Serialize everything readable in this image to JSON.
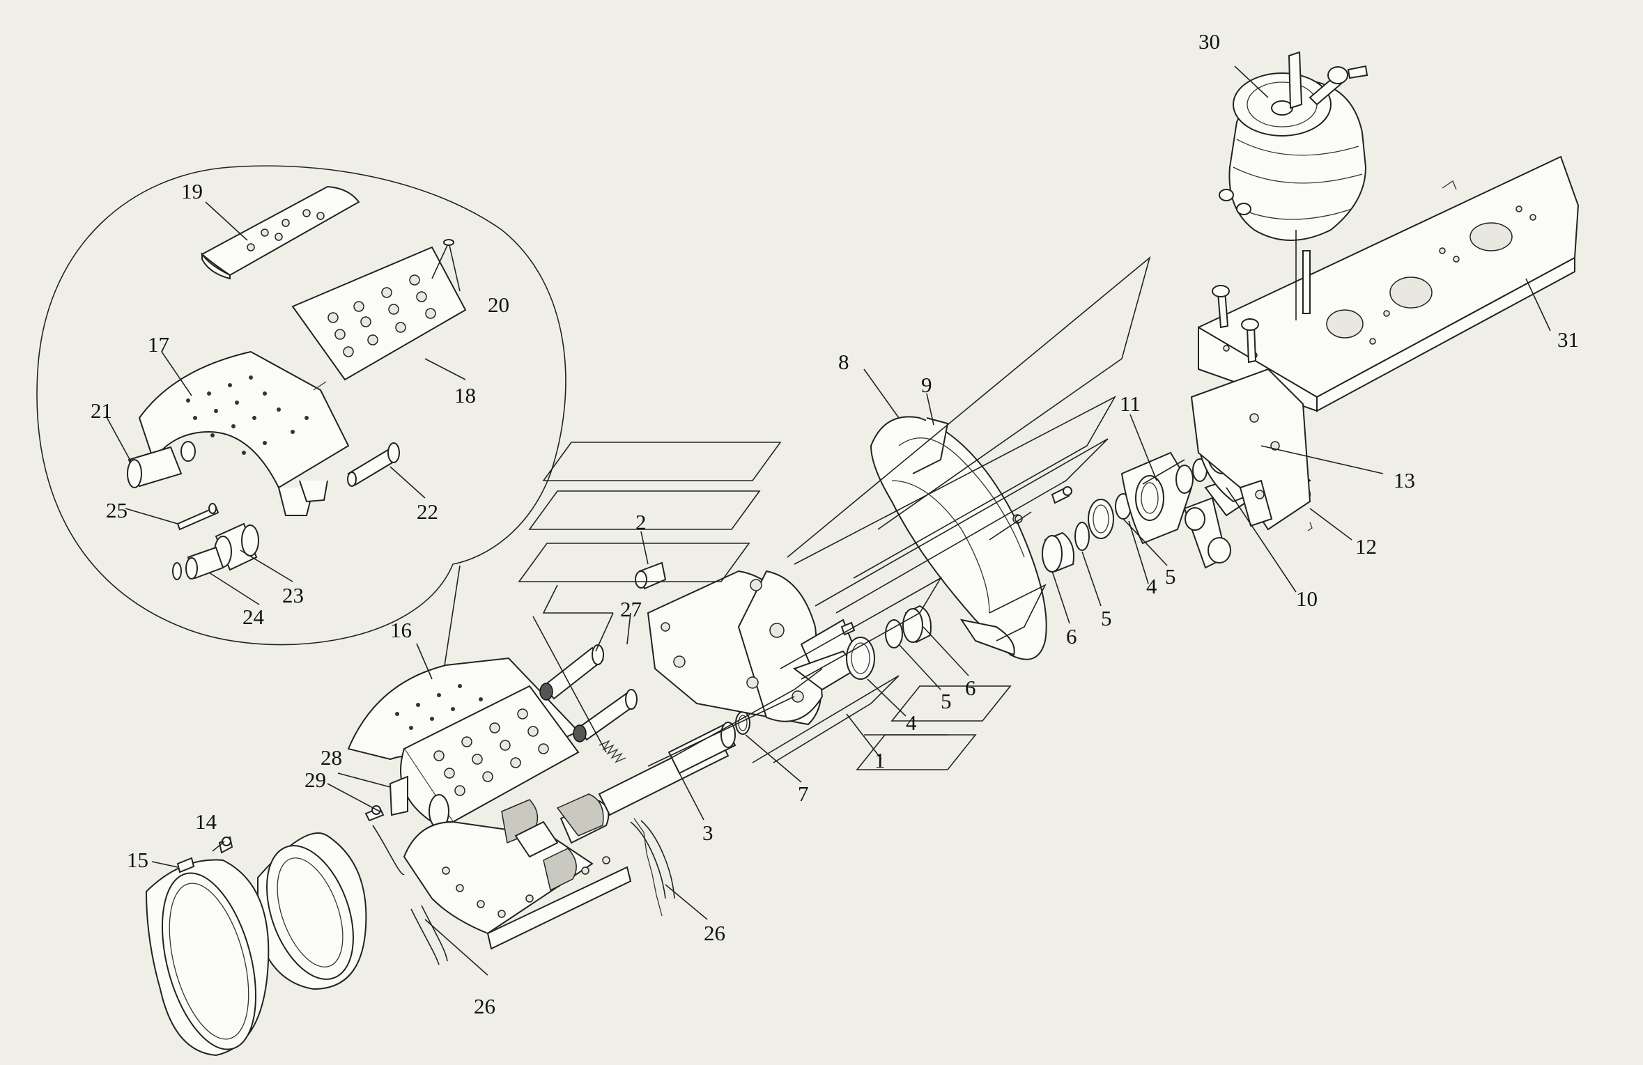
{
  "callouts": [
    {
      "id": "1",
      "text": "1"
    },
    {
      "id": "2",
      "text": "2"
    },
    {
      "id": "3",
      "text": "3"
    },
    {
      "id": "4a",
      "text": "4"
    },
    {
      "id": "4b",
      "text": "4"
    },
    {
      "id": "5a",
      "text": "5"
    },
    {
      "id": "5b",
      "text": "5"
    },
    {
      "id": "5c",
      "text": "5"
    },
    {
      "id": "6a",
      "text": "6"
    },
    {
      "id": "6b",
      "text": "6"
    },
    {
      "id": "7",
      "text": "7"
    },
    {
      "id": "8",
      "text": "8"
    },
    {
      "id": "9",
      "text": "9"
    },
    {
      "id": "10",
      "text": "10"
    },
    {
      "id": "11",
      "text": "11"
    },
    {
      "id": "12",
      "text": "12"
    },
    {
      "id": "13",
      "text": "13"
    },
    {
      "id": "14",
      "text": "14"
    },
    {
      "id": "15",
      "text": "15"
    },
    {
      "id": "16",
      "text": "16"
    },
    {
      "id": "17",
      "text": "17"
    },
    {
      "id": "18",
      "text": "18"
    },
    {
      "id": "19",
      "text": "19"
    },
    {
      "id": "20",
      "text": "20"
    },
    {
      "id": "21",
      "text": "21"
    },
    {
      "id": "22",
      "text": "22"
    },
    {
      "id": "23",
      "text": "23"
    },
    {
      "id": "24",
      "text": "24"
    },
    {
      "id": "25",
      "text": "25"
    },
    {
      "id": "26a",
      "text": "26"
    },
    {
      "id": "26b",
      "text": "26"
    },
    {
      "id": "27",
      "text": "27"
    },
    {
      "id": "28",
      "text": "28"
    },
    {
      "id": "29",
      "text": "29"
    },
    {
      "id": "30",
      "text": "30"
    },
    {
      "id": "31",
      "text": "31"
    }
  ],
  "colors": {
    "background": "#efefe8",
    "line": "#222222",
    "part_fill": "#fbfbf7"
  }
}
